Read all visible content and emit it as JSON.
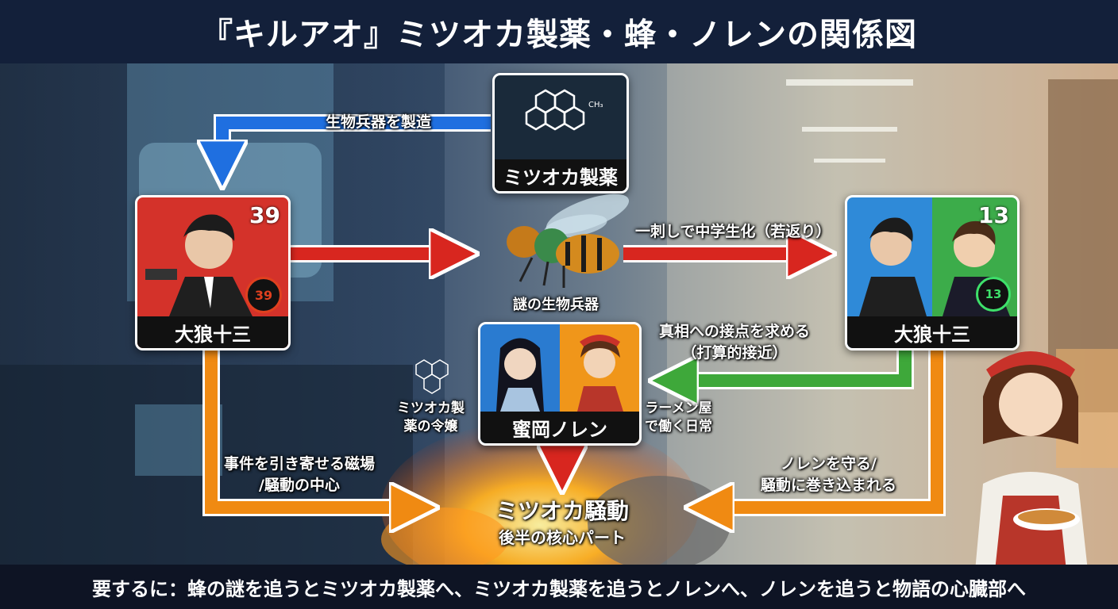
{
  "title": "『キルアオ』ミツオカ製薬・蜂・ノレンの関係図",
  "footer": "要するに：蜂の謎を追うとミツオカ製薬へ、ミツオカ製薬を追うとノレンへ、ノレンを追うと物語の心臓部へ",
  "nodes": {
    "mitsuoka": {
      "label": "ミツオカ製薬",
      "molecule_label": "CH₃"
    },
    "okami_adult": {
      "label": "大狼十三",
      "age": "39",
      "timer": "39"
    },
    "okami_young": {
      "label": "大狼十三",
      "age": "13",
      "timer": "13"
    },
    "bee": {
      "label": "謎の生物兵器"
    },
    "noren": {
      "label": "蜜岡ノレン",
      "side_left": "ミツオカ製\n薬の令嬢",
      "side_right": "ラーメン屋\nで働く日常"
    },
    "incident": {
      "title": "ミツオカ騒動",
      "subtitle": "後半の核心パート"
    }
  },
  "edges": {
    "manufacture": "生物兵器を製造",
    "sting": "一刺しで中学生化（若返り）",
    "approach": "真相への接点を求める\n（打算的接近）",
    "magnet": "事件を引き寄せる磁場\n/騒動の中心",
    "protect": "ノレンを守る/\n騒動に巻き込まれる"
  },
  "colors": {
    "blue": "#1f6fe0",
    "red": "#d8261f",
    "orange": "#f08a12",
    "green": "#3ea83a"
  }
}
